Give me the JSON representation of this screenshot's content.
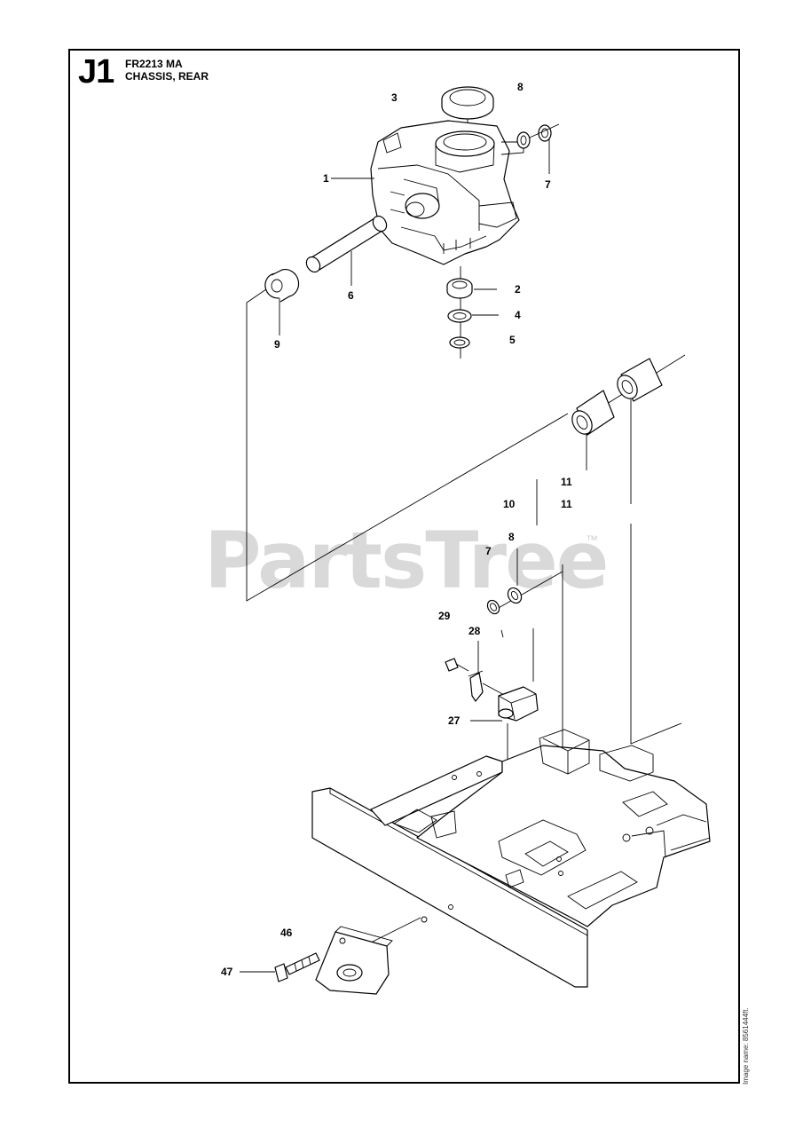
{
  "sheet": {
    "code": "J1",
    "model": "FR2213 MA",
    "title": "CHASSIS, REAR",
    "image_id": "Image name: 8561444ft.",
    "watermark": "PartsTree",
    "trademark": "™"
  },
  "callouts": [
    {
      "id": "c-3",
      "label": "3"
    },
    {
      "id": "c-8a",
      "label": "8"
    },
    {
      "id": "c-1",
      "label": "1"
    },
    {
      "id": "c-7a",
      "label": "7"
    },
    {
      "id": "c-6",
      "label": "6"
    },
    {
      "id": "c-2",
      "label": "2"
    },
    {
      "id": "c-4",
      "label": "4"
    },
    {
      "id": "c-5",
      "label": "5"
    },
    {
      "id": "c-9",
      "label": "9"
    },
    {
      "id": "c-11a",
      "label": "11"
    },
    {
      "id": "c-10",
      "label": "10"
    },
    {
      "id": "c-11b",
      "label": "11"
    },
    {
      "id": "c-7b",
      "label": "7"
    },
    {
      "id": "c-8b",
      "label": "8"
    },
    {
      "id": "c-29",
      "label": "29"
    },
    {
      "id": "c-28",
      "label": "28"
    },
    {
      "id": "c-27",
      "label": "27"
    },
    {
      "id": "c-46",
      "label": "46"
    },
    {
      "id": "c-47",
      "label": "47"
    }
  ]
}
